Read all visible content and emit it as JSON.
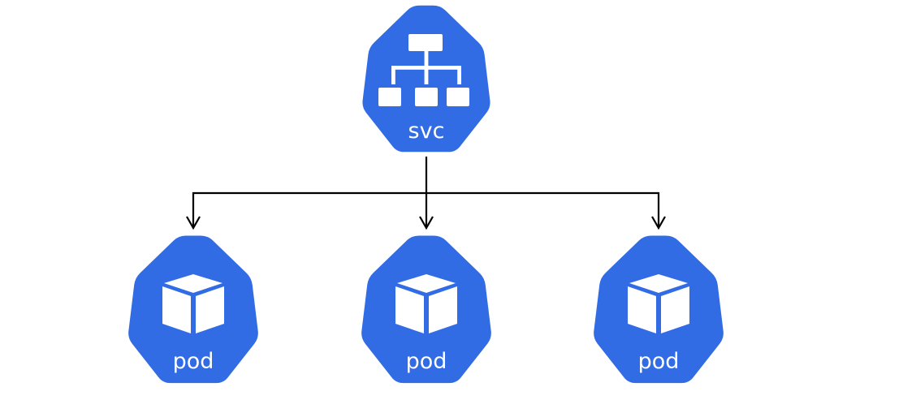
{
  "diagram": {
    "colors": {
      "node_fill": "#326ce5",
      "icon_color": "#ffffff",
      "connector_color": "#000000",
      "background": "#ffffff"
    },
    "service": {
      "label": "svc",
      "icon": "network-hierarchy-icon"
    },
    "pods": [
      {
        "label": "pod",
        "icon": "cube-icon"
      },
      {
        "label": "pod",
        "icon": "cube-icon"
      },
      {
        "label": "pod",
        "icon": "cube-icon"
      }
    ]
  }
}
